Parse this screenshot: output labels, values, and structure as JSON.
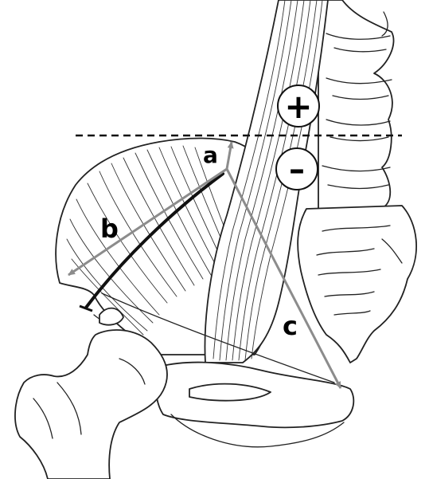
{
  "labels": {
    "a": "a",
    "b": "b",
    "c": "c",
    "plus": "+",
    "minus": "–"
  },
  "colors": {
    "arrow": "#8c8c8c",
    "outline": "#222222",
    "arc": "#111111"
  }
}
